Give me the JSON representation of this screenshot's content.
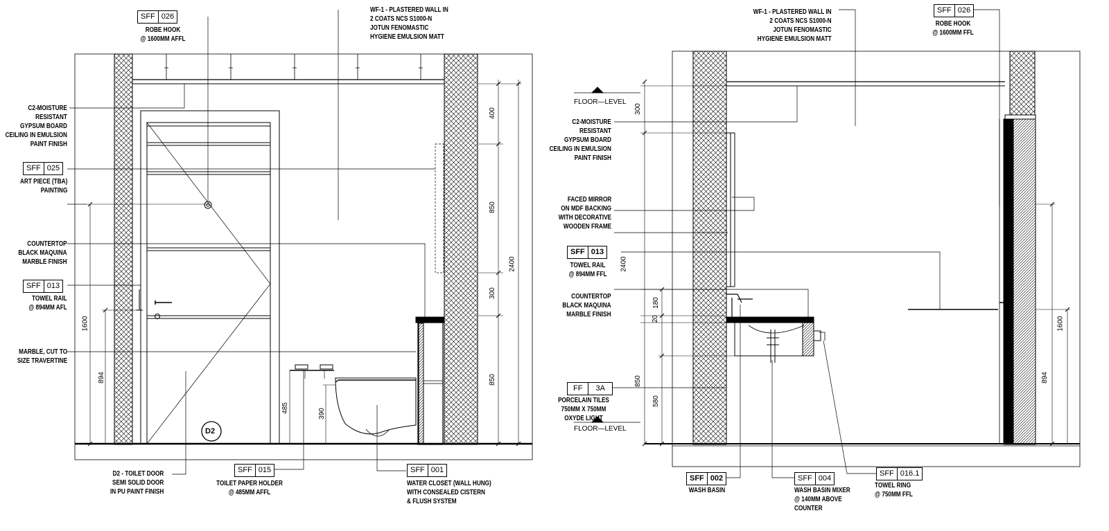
{
  "left": {
    "tags": {
      "robe_hook": {
        "code": "SFF",
        "num": "026"
      },
      "art_piece": {
        "code": "SFF",
        "num": "025"
      },
      "towel_rail": {
        "code": "SFF",
        "num": "013"
      },
      "paper_holder": {
        "code": "SFF",
        "num": "015"
      },
      "water_closet": {
        "code": "SFF",
        "num": "001"
      }
    },
    "notes": {
      "robe_hook": [
        "ROBE HOOK",
        "@ 1600MM AFFL"
      ],
      "wall_finish": [
        "WF-1 - PLASTERED WALL IN",
        "2  COATS NCS S1000-N",
        "JOTUN FENOMASTIC",
        "HYGIENE EMULSION MATT"
      ],
      "ceiling": [
        "C2-MOISTURE",
        "RESISTANT",
        "GYPSUM BOARD",
        "CEILING IN EMULSION",
        "PAINT FINISH"
      ],
      "art_piece": [
        "ART PIECE (TBA)",
        "PAINTING"
      ],
      "countertop": [
        "COUNTERTOP",
        "BLACK  MAQUINA",
        "MARBLE FINISH"
      ],
      "towel_rail": [
        "TOWEL RAIL",
        "@ 894MM AFL"
      ],
      "marble": [
        "MARBLE, CUT TO",
        "SIZE TRAVERTINE"
      ],
      "door": [
        "D2 - TOILET DOOR",
        "SEMI SOLID DOOR",
        "IN PU PAINT FINISH"
      ],
      "paper_holder": [
        "TOILET PAPER HOLDER",
        "@ 485MM AFFL"
      ],
      "water_closet": [
        "WATER CLOSET (WALL HUNG)",
        "WITH CONSEALED CISTERN",
        "& FLUSH SYSTEM"
      ]
    },
    "door_tag": "D2",
    "dims": [
      "400",
      "850",
      "300",
      "850",
      "2400",
      "1600",
      "894",
      "485",
      "390"
    ]
  },
  "right": {
    "tags": {
      "robe_hook": {
        "code": "SFF",
        "num": "026"
      },
      "towel_rail": {
        "code": "SFF",
        "num": "013"
      },
      "tiles": {
        "code": "FF",
        "num": "3A"
      },
      "wash_basin": {
        "code": "SFF",
        "num": "002"
      },
      "mixer": {
        "code": "SFF",
        "num": "004"
      },
      "towel_ring": {
        "code": "SFF",
        "num": "016.1"
      }
    },
    "notes": {
      "wall_finish": [
        "WF-1 - PLASTERED WALL IN",
        "2  COATS NCS S1000-N",
        "JOTUN FENOMASTIC",
        "HYGIENE EMULSION MATT"
      ],
      "robe_hook": [
        "ROBE HOOK",
        "@ 1600MM FFL"
      ],
      "ceiling": [
        "C2-MOISTURE",
        "RESISTANT",
        "GYPSUM BOARD",
        "CEILING IN EMULSION",
        "PAINT FINISH"
      ],
      "mirror": [
        "FACED MIRROR",
        "ON MDF BACKING",
        "WITH DECORATIVE",
        "WOODEN FRAME"
      ],
      "towel_rail": [
        "TOWEL RAIL",
        "@ 894MM FFL"
      ],
      "countertop": [
        "COUNTERTOP",
        "BLACK  MAQUINA",
        "MARBLE FINISH"
      ],
      "tiles": [
        "PORCELAIN TILES",
        "750MM X 750MM",
        "OXYDE LIGHT"
      ],
      "wash_basin": [
        "WASH BASIN"
      ],
      "mixer": [
        "WASH BASIN MIXER",
        "@ 140MM ABOVE",
        "COUNTER"
      ],
      "towel_ring": [
        "TOWEL RING",
        "@ 750MM FFL"
      ]
    },
    "levels": [
      "FLOOR—LEVEL",
      "FLOOR—LEVEL"
    ],
    "dims": [
      "300",
      "2400",
      "180",
      "20",
      "850",
      "580",
      "1600",
      "894"
    ]
  }
}
